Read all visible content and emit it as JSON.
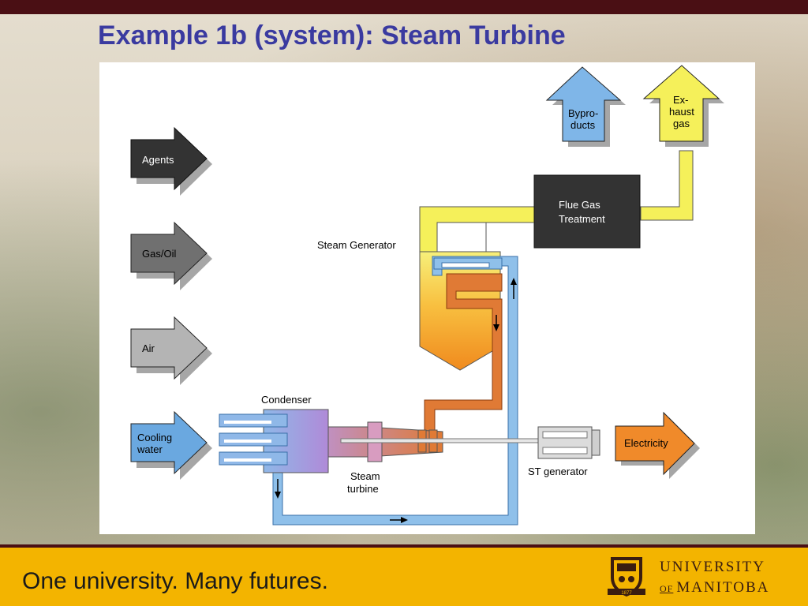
{
  "slide": {
    "title": "Example 1b (system): Steam Turbine"
  },
  "diagram": {
    "inputs": [
      "Agents",
      "Gas/Oil",
      "Air",
      "Cooling water"
    ],
    "outputs": [
      "Bypro-ducts",
      "Ex-haust gas",
      "Electricity"
    ],
    "labels": {
      "agents": "Agents",
      "gas_oil": "Gas/Oil",
      "air": "Air",
      "cooling_1": "Cooling",
      "cooling_2": "water",
      "byproducts_1": "Bypro-",
      "byproducts_2": "ducts",
      "exhaust_1": "Ex-",
      "exhaust_2": "haust",
      "exhaust_3": "gas",
      "flue_1": "Flue Gas",
      "flue_2": "Treatment",
      "steam_generator": "Steam Generator",
      "condenser": "Condenser",
      "turbine_1": "Steam",
      "turbine_2": "turbine",
      "st_generator": "ST generator",
      "electricity": "Electricity"
    },
    "colors": {
      "agents": "#333333",
      "gas_oil": "#707070",
      "air": "#b4b4b4",
      "cooling": "#6aa8e0",
      "byproducts": "#7fb6e8",
      "exhaust": "#f5f05a",
      "electricity": "#f08a2a",
      "flue_box": "#333333",
      "water_pipe": "#8fc0ea",
      "hot_pipe": "#e07a35"
    }
  },
  "footer": {
    "tagline": "One university. Many futures.",
    "university_line1": "UNIVERSITY",
    "university_of": "OF",
    "university_line2": "MANITOBA",
    "crest_motto": "1877"
  }
}
